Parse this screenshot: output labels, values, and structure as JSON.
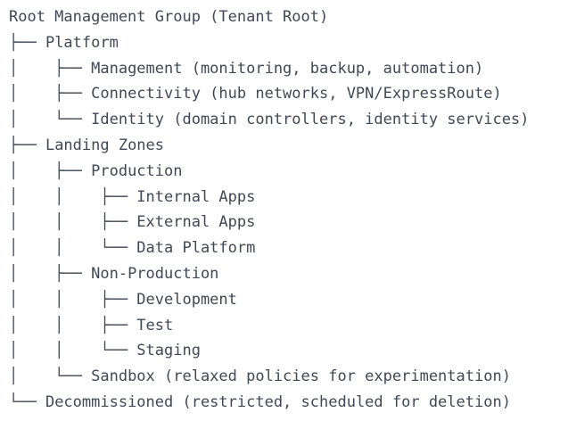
{
  "colors": {
    "text": "#414855",
    "background": "#ffffff"
  },
  "tree": {
    "lines": [
      {
        "depth": 0,
        "prefix": "",
        "label": "Root Management Group (Tenant Root)"
      },
      {
        "depth": 1,
        "prefix": "├── ",
        "label": "Platform"
      },
      {
        "depth": 2,
        "prefix": "│    ├── ",
        "label": "Management (monitoring, backup, automation)"
      },
      {
        "depth": 2,
        "prefix": "│    ├── ",
        "label": "Connectivity (hub networks, VPN/ExpressRoute)"
      },
      {
        "depth": 2,
        "prefix": "│    └── ",
        "label": "Identity (domain controllers, identity services)"
      },
      {
        "depth": 1,
        "prefix": "├── ",
        "label": "Landing Zones"
      },
      {
        "depth": 2,
        "prefix": "│    ├── ",
        "label": "Production"
      },
      {
        "depth": 3,
        "prefix": "│    │    ├── ",
        "label": "Internal Apps"
      },
      {
        "depth": 3,
        "prefix": "│    │    ├── ",
        "label": "External Apps"
      },
      {
        "depth": 3,
        "prefix": "│    │    └── ",
        "label": "Data Platform"
      },
      {
        "depth": 2,
        "prefix": "│    ├── ",
        "label": "Non-Production"
      },
      {
        "depth": 3,
        "prefix": "│    │    ├── ",
        "label": "Development"
      },
      {
        "depth": 3,
        "prefix": "│    │    ├── ",
        "label": "Test"
      },
      {
        "depth": 3,
        "prefix": "│    │    └── ",
        "label": "Staging"
      },
      {
        "depth": 2,
        "prefix": "│    └── ",
        "label": "Sandbox (relaxed policies for experimentation)"
      },
      {
        "depth": 1,
        "prefix": "└── ",
        "label": "Decommissioned (restricted, scheduled for deletion)"
      }
    ]
  }
}
